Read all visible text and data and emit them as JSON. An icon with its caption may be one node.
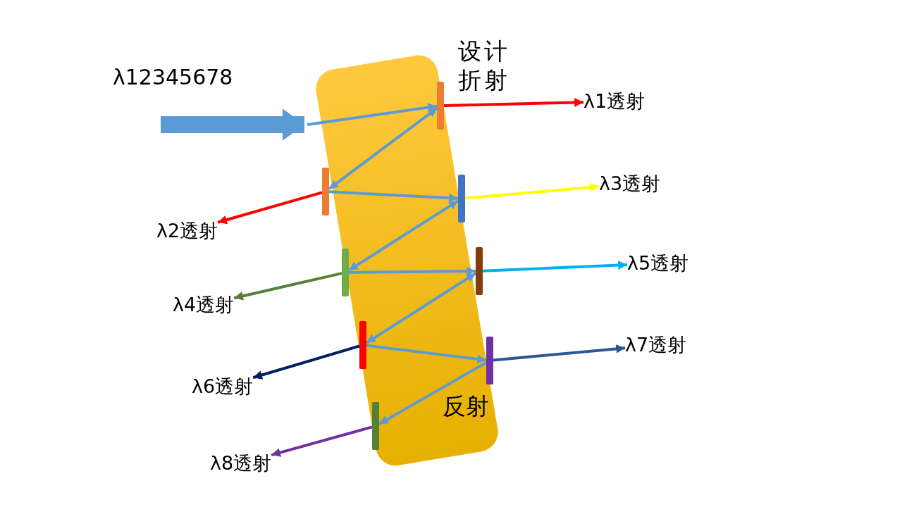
{
  "diagram": {
    "nodes": [
      {
        "text": [
          "反射"
        ]
      },
      {
        "text": [],
        "shape": "bar",
        "in": 0
      },
      {
        "text": [],
        "shape": "bar",
        "in": 0
      },
      {
        "text": [],
        "shape": "bar",
        "in": 0
      },
      {
        "text": [],
        "shape": "bar",
        "in": 0
      },
      {
        "text": [],
        "shape": "bar",
        "in": 0
      },
      {
        "text": [],
        "shape": "bar",
        "in": 0
      },
      {
        "text": [],
        "shape": "bar",
        "in": 0
      },
      {
        "text": [],
        "shape": "bar",
        "in": 0
      },
      {
        "text": [
          "λ1透射"
        ]
      },
      {
        "text": [
          "λ2透射"
        ]
      },
      {
        "text": [
          "λ3透射"
        ]
      },
      {
        "text": [
          "λ4透射"
        ]
      },
      {
        "text": [
          "λ5透射"
        ]
      },
      {
        "text": [
          "λ6透射"
        ]
      },
      {
        "text": [
          "λ7透射"
        ]
      },
      {
        "text": [
          "λ8透射"
        ]
      }
    ],
    "edges": [
      {
        "from": null,
        "to": 0,
        "arrow": "to",
        "style": "thick"
      },
      {
        "from": 0,
        "to": 1,
        "arrow": "to"
      },
      {
        "from": 1,
        "to": 2,
        "arrow": "both"
      },
      {
        "from": 2,
        "to": 3,
        "arrow": "to"
      },
      {
        "from": 3,
        "to": 4,
        "arrow": "both"
      },
      {
        "from": 4,
        "to": 5,
        "arrow": "to"
      },
      {
        "from": 5,
        "to": 6,
        "arrow": "both"
      },
      {
        "from": 6,
        "to": 7,
        "arrow": "to"
      },
      {
        "from": 7,
        "to": 8,
        "arrow": "to"
      },
      {
        "from": 1,
        "to": 9,
        "arrow": "to",
        "color": "#ff0000"
      },
      {
        "from": 2,
        "to": 10,
        "arrow": "to",
        "color": "#ff0000"
      },
      {
        "from": 3,
        "to": 11,
        "arrow": "to",
        "color": "#ffff00"
      },
      {
        "from": 4,
        "to": 12,
        "arrow": "to",
        "color": "#548235"
      },
      {
        "from": 5,
        "to": 13,
        "arrow": "to",
        "color": "#00b0f0"
      },
      {
        "from": 6,
        "to": 14,
        "arrow": "to",
        "color": "#002060"
      },
      {
        "from": 7,
        "to": 15,
        "arrow": "to",
        "color": "#2f5597"
      },
      {
        "from": 8,
        "to": 16,
        "arrow": "to",
        "color": "#7030a0"
      }
    ],
    "labels": [
      "λ12345678",
      "设计折射"
    ]
  }
}
